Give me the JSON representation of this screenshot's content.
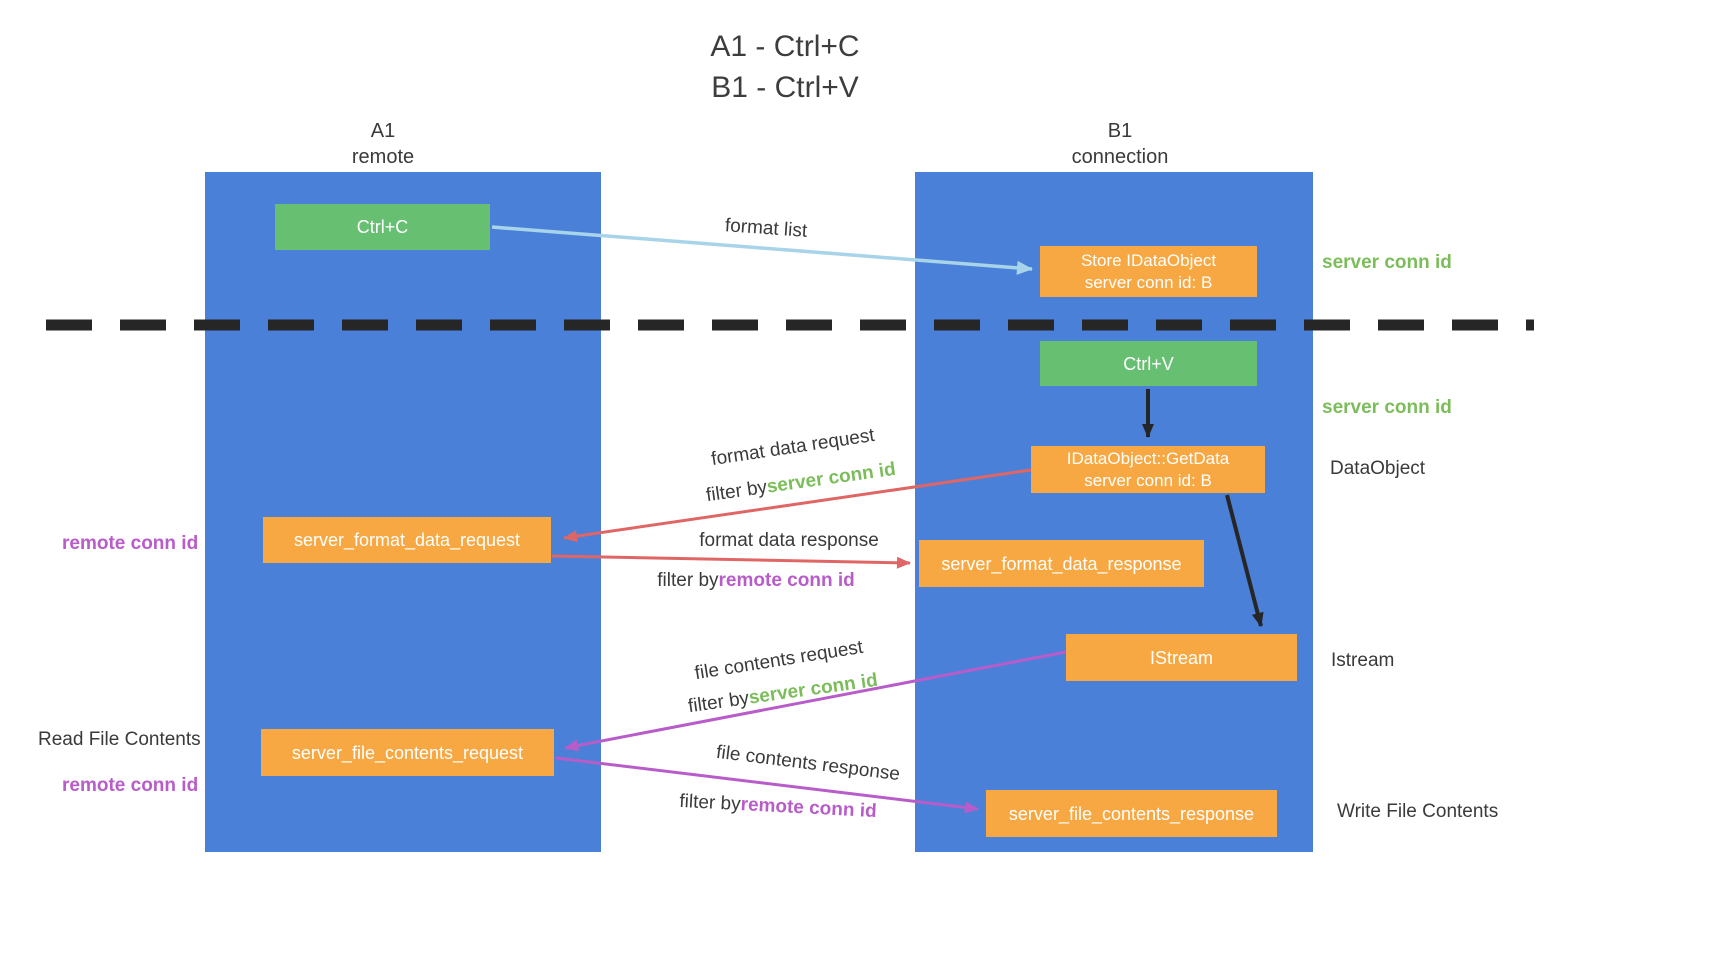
{
  "title": {
    "line1": "A1 - Ctrl+C",
    "line2": "B1 - Ctrl+V"
  },
  "lanes": {
    "a1": {
      "name": "A1",
      "sub": "remote"
    },
    "b1": {
      "name": "B1",
      "sub": "connection"
    }
  },
  "nodes": {
    "ctrl_c": {
      "label": "Ctrl+C"
    },
    "store_idataobject": {
      "line1": "Store IDataObject",
      "line2": "server conn id: B"
    },
    "ctrl_v": {
      "label": "Ctrl+V"
    },
    "getdata": {
      "line1": "IDataObject::GetData",
      "line2": "server conn id: B"
    },
    "server_format_data_request": {
      "label": "server_format_data_request"
    },
    "server_format_data_response": {
      "label": "server_format_data_response"
    },
    "istream": {
      "label": "IStream"
    },
    "server_file_contents_request": {
      "label": "server_file_contents_request"
    },
    "server_file_contents_response": {
      "label": "server_file_contents_response"
    }
  },
  "edges": {
    "format_list": "format list",
    "format_data_request": "format data request",
    "format_data_response": "format data response",
    "file_contents_request": "file contents request",
    "file_contents_response": "file contents response",
    "filter_by": "filter by",
    "server_conn_id": "server conn id",
    "remote_conn_id": "remote conn id"
  },
  "annotations": {
    "server_conn_id_1": "server conn id",
    "server_conn_id_2": "server conn id",
    "dataobject": "DataObject",
    "istream": "Istream",
    "write_file_contents": "Write File Contents",
    "read_file_contents": "Read File Contents",
    "remote_conn_id_1": "remote conn id",
    "remote_conn_id_2": "remote conn id"
  },
  "colors": {
    "lane_fill": "#4a80d8",
    "action_green": "#67bf72",
    "message_orange": "#f7a843",
    "arrow_blue": "#a8d4ea",
    "arrow_red": "#e06666",
    "arrow_purple": "#b85cc9",
    "arrow_black": "#262626",
    "text_green": "#7cbd5b",
    "text_purple": "#b85cc9"
  }
}
